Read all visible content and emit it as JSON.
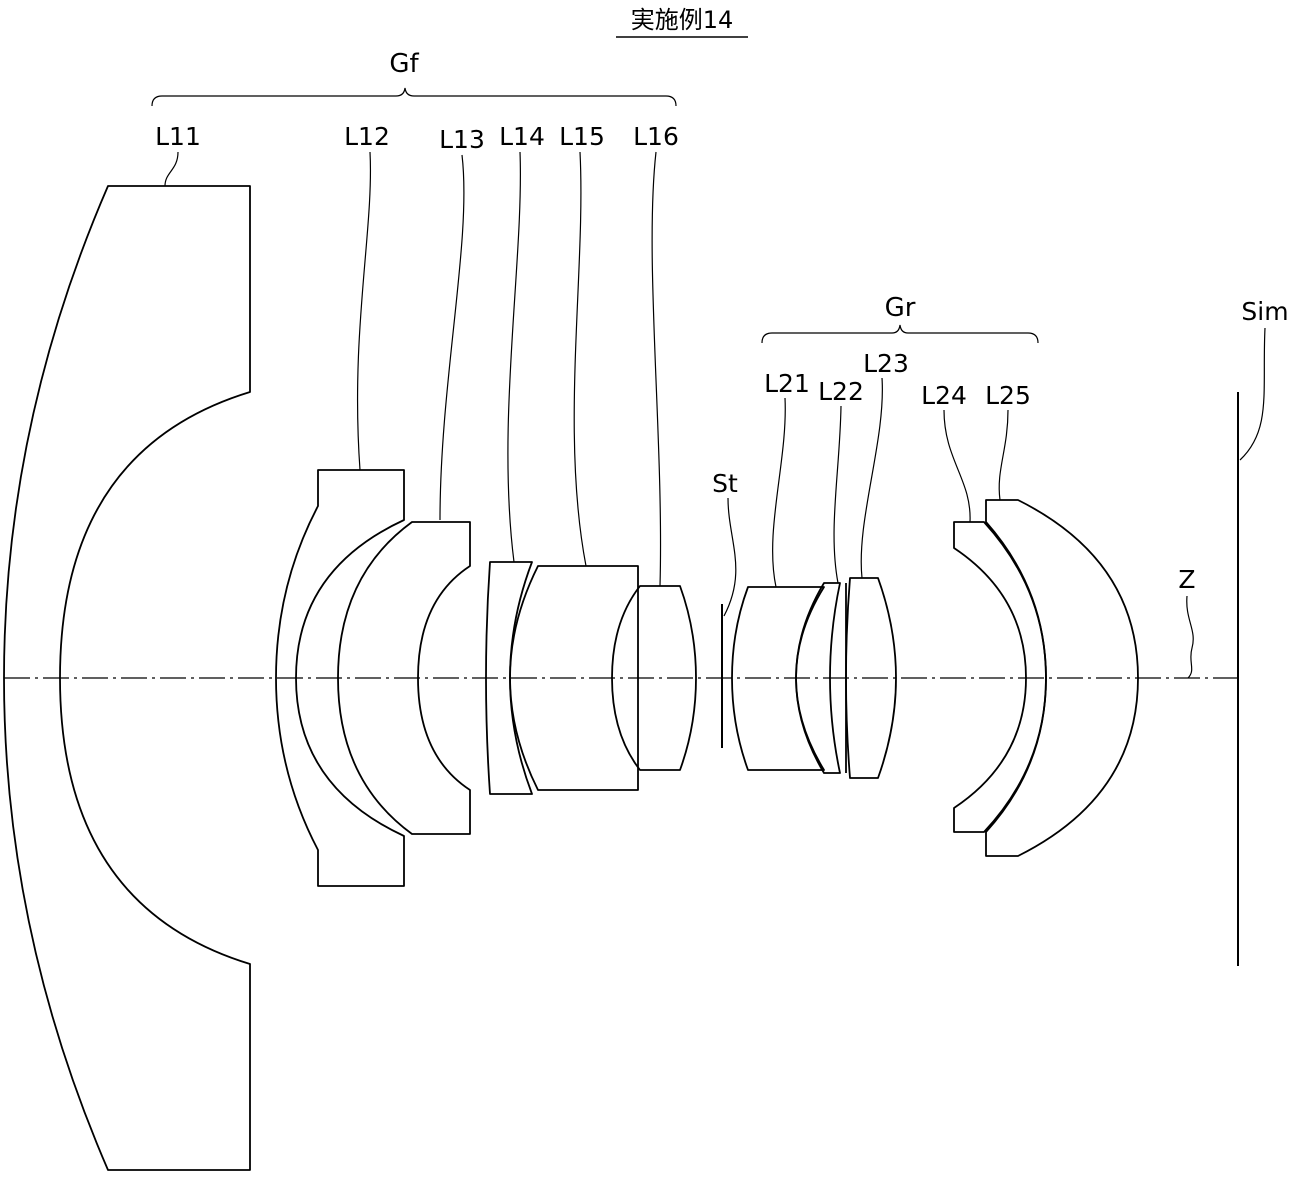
{
  "title": "実施例14",
  "groups": {
    "front": "Gf",
    "rear": "Gr"
  },
  "lenses": {
    "L11": "L11",
    "L12": "L12",
    "L13": "L13",
    "L14": "L14",
    "L15": "L15",
    "L16": "L16",
    "L21": "L21",
    "L22": "L22",
    "L23": "L23",
    "L24": "L24",
    "L25": "L25"
  },
  "stop": "St",
  "image_plane": "Sim",
  "optical_axis": "Z"
}
